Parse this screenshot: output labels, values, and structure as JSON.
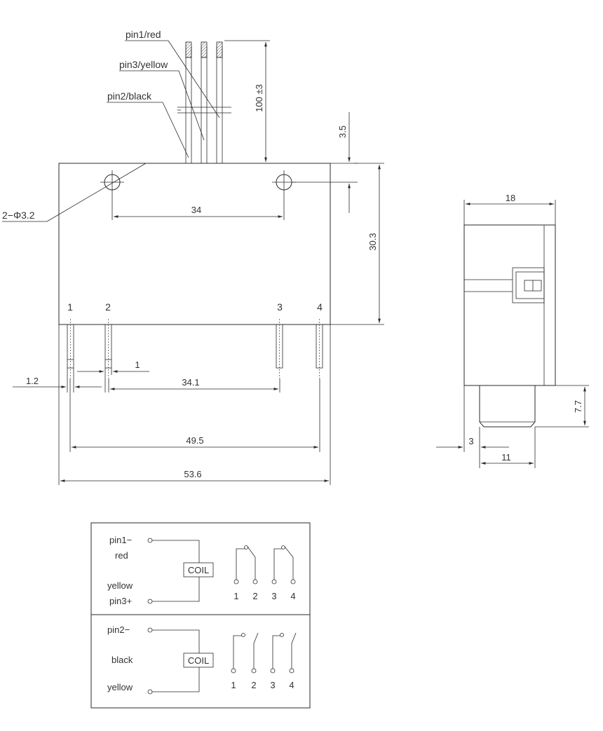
{
  "front_view": {
    "wire_labels": [
      "pin1/red",
      "pin3/yellow",
      "pin2/black"
    ],
    "hole_label": "2−Φ3.2",
    "dimensions": {
      "wire_length": "100 ±3",
      "hole_offset": "3.5",
      "hole_spacing": "34",
      "height": "30.3",
      "terminal_offset": "1.2",
      "terminal_width": "1",
      "pitch_2_3": "34.1",
      "pitch_1_4": "49.5",
      "width": "53.6"
    },
    "terminal_numbers": [
      "1",
      "2",
      "3",
      "4"
    ]
  },
  "side_view": {
    "dimensions": {
      "depth": "18",
      "terminal_height": "7.7",
      "offset": "3",
      "base_width": "11"
    }
  },
  "schematic_top": {
    "pin_a_label": "pin1−",
    "pin_a_color": "red",
    "pin_b_color": "yellow",
    "pin_b_label": "pin3+",
    "coil_label": "COIL",
    "contact_numbers": [
      "1",
      "2",
      "3",
      "4"
    ]
  },
  "schematic_bottom": {
    "pin_a_label": "pin2−",
    "pin_a_color": "black",
    "pin_b_color": "yellow",
    "coil_label": "COIL",
    "contact_numbers": [
      "1",
      "2",
      "3",
      "4"
    ]
  }
}
